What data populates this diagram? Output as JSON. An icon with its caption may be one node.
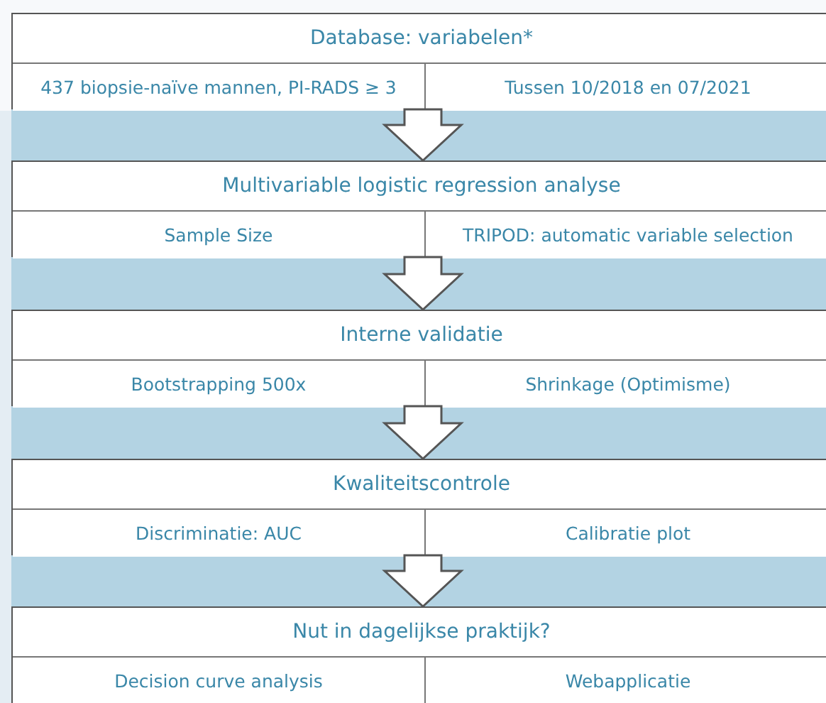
{
  "diagram": {
    "nodes": [
      {
        "text": [],
        "shape": "box"
      },
      {
        "text": [
          "Database: variabelen*"
        ],
        "in": 0
      },
      {
        "text": [
          "437 biopsie-naïve mannen, PI-RADS ≥ 3"
        ],
        "in": 0
      },
      {
        "text": [
          "Tussen 10/2018 en 07/2021"
        ],
        "in": 0
      },
      {
        "text": [],
        "shape": "box"
      },
      {
        "text": [
          "Multivariable logistic regression analyse"
        ],
        "in": 4
      },
      {
        "text": [
          "Sample Size"
        ],
        "in": 4
      },
      {
        "text": [
          "TRIPOD: automatic variable selection"
        ],
        "in": 4
      },
      {
        "text": [],
        "shape": "box"
      },
      {
        "text": [
          "Interne validatie"
        ],
        "in": 8
      },
      {
        "text": [
          "Bootstrapping 500x"
        ],
        "in": 8
      },
      {
        "text": [
          "Shrinkage (Optimisme)"
        ],
        "in": 8
      },
      {
        "text": [],
        "shape": "box"
      },
      {
        "text": [
          "Kwaliteitscontrole"
        ],
        "in": 12
      },
      {
        "text": [
          "Discriminatie: AUC"
        ],
        "in": 12
      },
      {
        "text": [
          "Calibratie plot"
        ],
        "in": 12
      },
      {
        "text": [],
        "shape": "box"
      },
      {
        "text": [
          "Nut in dagelijkse praktijk?"
        ],
        "in": 16
      },
      {
        "text": [
          "Decision curve analysis"
        ],
        "in": 16
      },
      {
        "text": [
          "Webapplicatie"
        ],
        "in": 16
      }
    ],
    "edges": [
      {
        "from": 0,
        "to": 4,
        "arrow": "to"
      },
      {
        "from": 4,
        "to": 8,
        "arrow": "to"
      },
      {
        "from": 8,
        "to": 12,
        "arrow": "to"
      },
      {
        "from": 12,
        "to": 16,
        "arrow": "to"
      }
    ]
  }
}
